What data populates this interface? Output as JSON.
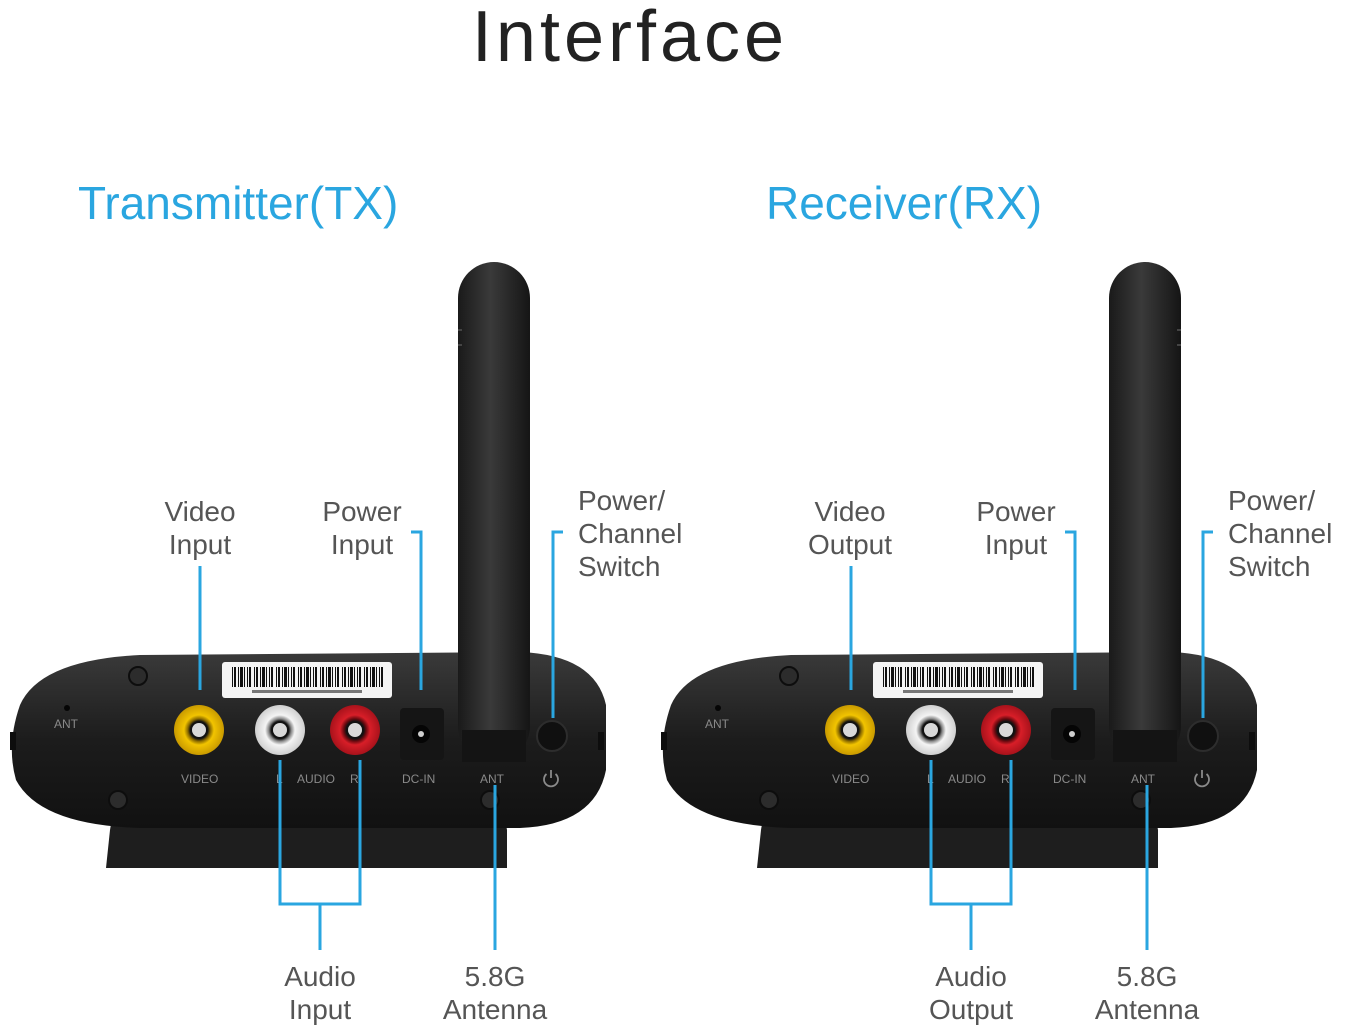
{
  "title": "Interface",
  "accent_color": "#2aa6e0",
  "transmitter": {
    "heading": "Transmitter(TX)",
    "labels": {
      "video": [
        "Video",
        "Input"
      ],
      "power": [
        "Power",
        "Input"
      ],
      "switch": [
        "Power/",
        "Channel",
        "Switch"
      ],
      "audio": [
        "Audio",
        "Input"
      ],
      "antenna": [
        "5.8G",
        "Antenna"
      ]
    },
    "panel": {
      "ant": "ANT",
      "video": "VIDEO",
      "l": "L",
      "audio": "AUDIO",
      "r": "R",
      "dcin": "DC-IN",
      "ant2": "ANT",
      "power_icon": "power-icon"
    }
  },
  "receiver": {
    "heading": "Receiver(RX)",
    "labels": {
      "video": [
        "Video",
        "Output"
      ],
      "power": [
        "Power",
        "Input"
      ],
      "switch": [
        "Power/",
        "Channel",
        "Switch"
      ],
      "audio": [
        "Audio",
        "Output"
      ],
      "antenna": [
        "5.8G",
        "Antenna"
      ]
    },
    "panel": {
      "ant": "ANT",
      "video": "VIDEO",
      "l": "L",
      "audio": "AUDIO",
      "r": "R",
      "dcin": "DC-IN",
      "ant2": "ANT",
      "power_icon": "power-icon"
    }
  }
}
